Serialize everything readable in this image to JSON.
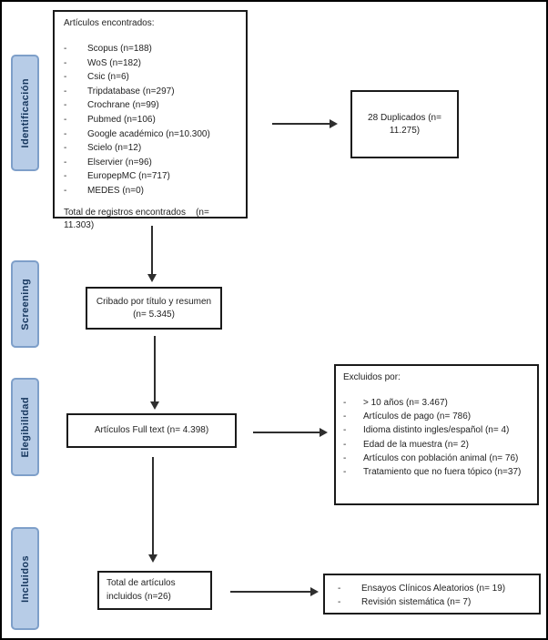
{
  "bullet": "-",
  "stages": {
    "identification": "Identificación",
    "screening": "Screening",
    "eligibility": "Elegibilidad",
    "included": "Incluidos"
  },
  "boxes": {
    "found": {
      "title": "Artículos encontrados:",
      "items": [
        "Scopus (n=188)",
        "WoS (n=182)",
        "Csic (n=6)",
        "Tripdatabase (n=297)",
        "Crochrane (n=99)",
        "Pubmed (n=106)",
        "Google académico (n=10.300)",
        "Scielo (n=12)",
        "Elservier (n=96)",
        "EuropepMC (n=717)",
        "MEDES (n=0)"
      ],
      "total": "Total de registros encontrados    (n= 11.303)"
    },
    "duplicates": {
      "text": "28 Duplicados (n= 11.275)"
    },
    "title_screen": {
      "text": "Cribado por título y resumen (n= 5.345)"
    },
    "fulltext": {
      "text": "Artículos Full text (n= 4.398)"
    },
    "excluded": {
      "title": "Excluidos por:",
      "items": [
        "> 10 años (n= 3.467)",
        "Artículos de pago (n= 786)",
        "Idioma distinto ingles/español (n= 4)",
        "Edad de la muestra (n= 2)",
        "Artículos con población animal (n= 76)",
        "Tratamiento que no fuera tópico (n=37)"
      ]
    },
    "included_total": {
      "text": "Total de artículos incluidos (n=26)"
    },
    "outcomes": {
      "items": [
        "Ensayos Clínicos Aleatorios (n= 19)",
        "Revisión sistemática (n= 7)"
      ]
    }
  },
  "colors": {
    "stage_fill": "#b7cce7",
    "stage_border": "#7e9fc9",
    "stage_text": "#17375e",
    "box_border": "#1a1a1a",
    "arrow": "#2e2e2e"
  }
}
